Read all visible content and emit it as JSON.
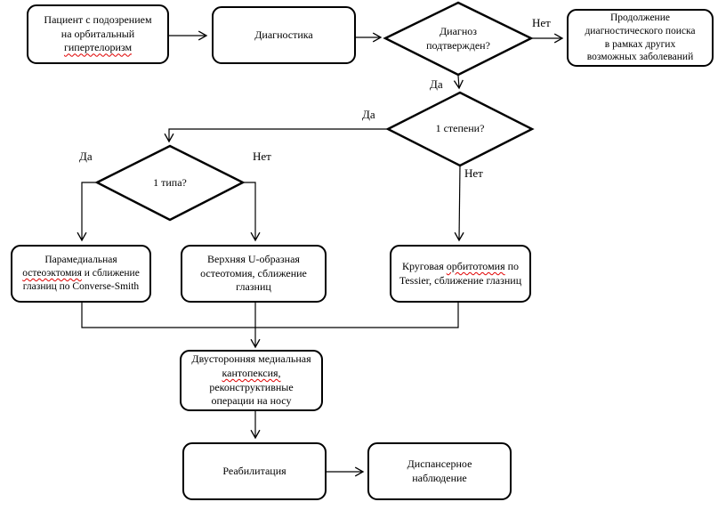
{
  "diagram": {
    "colors": {
      "line": "#000000",
      "box_fill": "#ffffff",
      "misspell_underline": "#e00000",
      "background": "#ffffff"
    },
    "nodes": {
      "patient": {
        "line1": "Пациент с подозрением",
        "line2": "на орбитальный",
        "line3": "гипертелоризм"
      },
      "diagnostics": {
        "label": "Диагностика"
      },
      "diagnosis_confirmed": {
        "line1": "Диагноз",
        "line2": "подтвержден?"
      },
      "continue_search": {
        "line1": "Продолжение",
        "line2": "диагностического поиска",
        "line3": "в рамках других",
        "line4": "возможных заболеваний"
      },
      "degree1": {
        "label": "1 степени?"
      },
      "type1": {
        "label": "1 типа?"
      },
      "paramedial": {
        "line1": "Парамедиальная",
        "line2_wavy": "остеоэктомия",
        "line2_rest": " и сближение",
        "line3": "глазниц по Converse-Smith"
      },
      "upper_u": {
        "line1": "Верхняя U-образная",
        "line2": "остеотомия, сближение",
        "line3": "глазниц"
      },
      "circular": {
        "line1_pre": "Круговая ",
        "line1_wavy": "орбитотомия",
        "line1_post": " по",
        "line2": "Tessier, сближение глазниц"
      },
      "cantopexy": {
        "line1": "Двусторонняя медиальная",
        "line2_wavy": "кантопексия,",
        "line3": "реконструктивные",
        "line4": "операции на носу"
      },
      "rehabilitation": {
        "label": "Реабилитация"
      },
      "dispensary": {
        "line1": "Диспансерное",
        "line2": "наблюдение"
      }
    },
    "edge_labels": {
      "confirmed_no": "Нет",
      "confirmed_yes": "Да",
      "degree1_yes": "Да",
      "degree1_no": "Нет",
      "type1_yes": "Да",
      "type1_no": "Нет"
    }
  }
}
